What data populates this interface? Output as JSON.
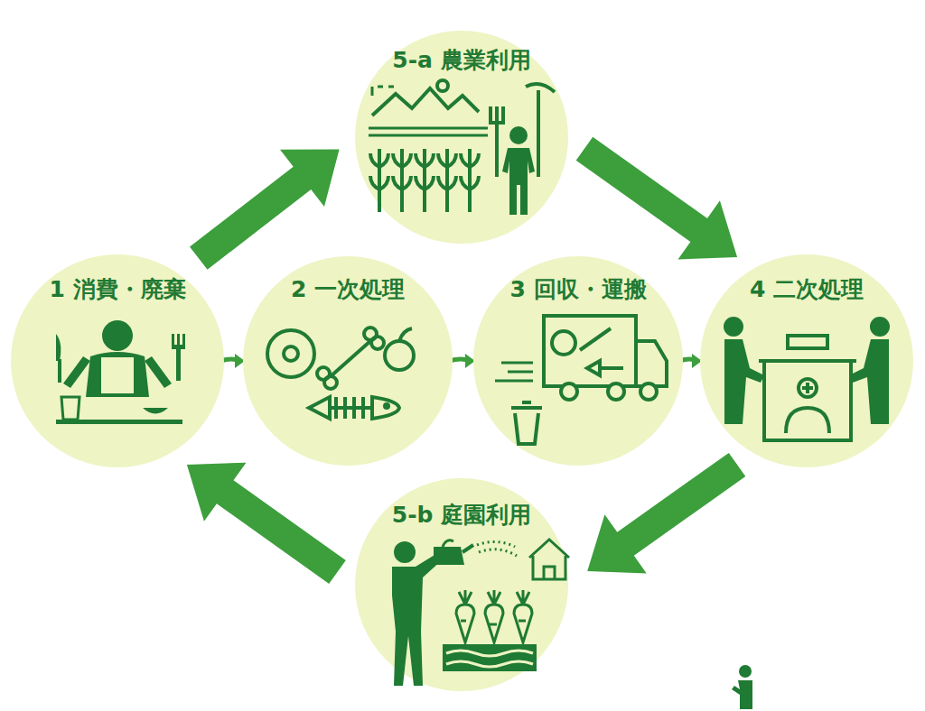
{
  "diagram": {
    "nodes": [
      {
        "text": [
          "5-a 農業利用"
        ]
      },
      {
        "text": [
          "1 消費・廃棄"
        ]
      },
      {
        "text": [
          "2 一次処理"
        ]
      },
      {
        "text": [
          "3 回収・運搬"
        ]
      },
      {
        "text": [
          "4 二次処理"
        ]
      },
      {
        "text": [
          "5-b 庭園利用"
        ]
      }
    ],
    "edges": [
      {
        "from": 1,
        "to": 2,
        "arrow": "to"
      },
      {
        "from": 2,
        "to": 3,
        "arrow": "to"
      },
      {
        "from": 3,
        "to": 4,
        "arrow": "to"
      },
      {
        "from": 1,
        "to": 0,
        "arrow": "to"
      },
      {
        "from": 0,
        "to": 4,
        "arrow": "to"
      },
      {
        "from": 4,
        "to": 5,
        "arrow": "to"
      },
      {
        "from": 5,
        "to": 1,
        "arrow": "to"
      }
    ]
  }
}
